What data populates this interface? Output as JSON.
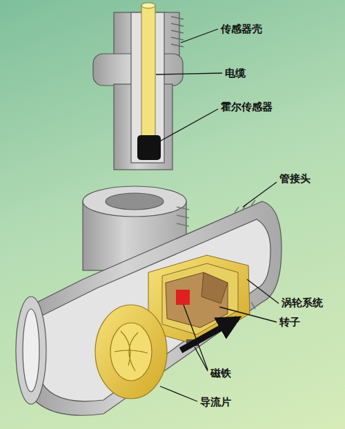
{
  "diagram": {
    "labels": [
      "传感器壳",
      "电缆",
      "霍尔传感器",
      "管接头",
      "涡轮系统",
      "转子",
      "磁铁",
      "导流片"
    ]
  }
}
